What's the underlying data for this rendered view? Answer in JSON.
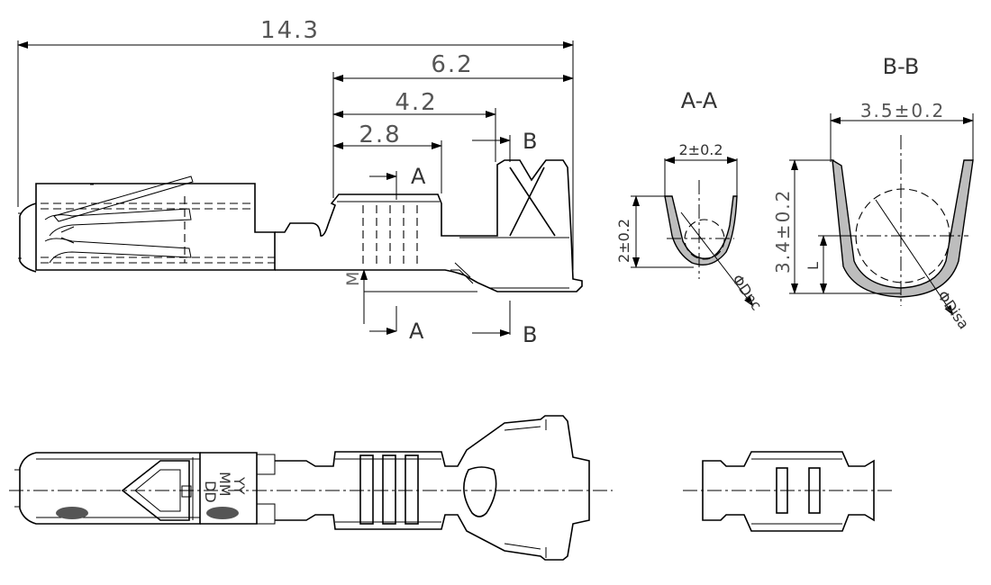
{
  "dimensions": {
    "overall_length": "14.3",
    "crimp_length": "6.2",
    "to_section_b": "4.2",
    "to_section_a": "2.8",
    "m_label": "M"
  },
  "section_markers": {
    "a": "A",
    "b": "B"
  },
  "section_aa": {
    "title": "A-A",
    "width": "2±0.2",
    "height": "2±0.2",
    "diameter": "ΦDnc"
  },
  "section_bb": {
    "title": "B-B",
    "width": "3.5±0.2",
    "height": "3.4±0.2",
    "l_label": "L",
    "diameter": "ΦDisa"
  },
  "date_code": {
    "day": "DD",
    "month": "MM",
    "year": "YY"
  },
  "colors": {
    "line": "#000000",
    "dimension_text": "#555555",
    "hatch": "#bdbdbd",
    "background": "#ffffff"
  }
}
